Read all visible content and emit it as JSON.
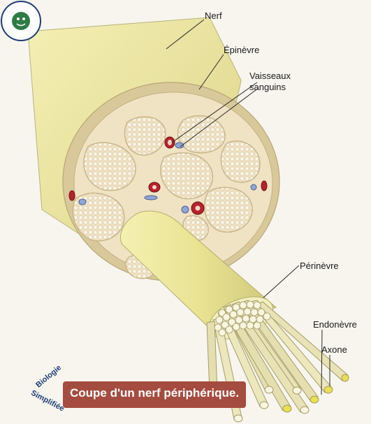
{
  "labels": {
    "nerf": "Nerf",
    "epinevre": "Épinèvre",
    "vaisseaux_line1": "Vaisseaux",
    "vaisseaux_line2": "sanguins",
    "perinevre": "Périnèvre",
    "endonevre": "Endonèvre",
    "axone": "Axone"
  },
  "caption": "Coupe d'un nerf périphérique.",
  "logo": {
    "top_text": "Biologie",
    "bottom_text": "Simplifiée"
  },
  "colors": {
    "nerve_sheath": "#ece79a",
    "epineurium_ring": "#d9c99a",
    "fascicle_fill": "#f4ecd3",
    "perineurium": "#f3f0a8",
    "artery": "#b8232b",
    "vein": "#8fa6d6",
    "axon_tip": "#e8df52",
    "caption_bg": "#a54c40",
    "logo_blue": "#1e3d73"
  }
}
